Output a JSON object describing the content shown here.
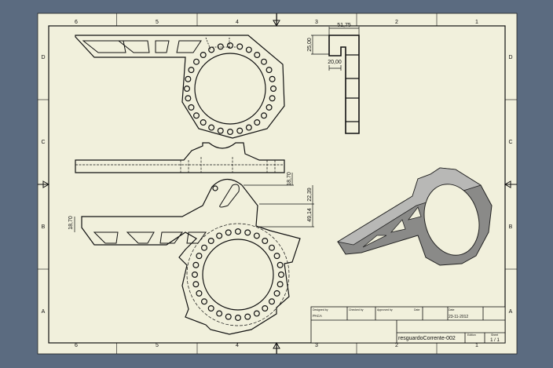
{
  "colors": {
    "background": "#5b6b80",
    "paper": "#f1f0dc",
    "line": "#111111"
  },
  "zones": {
    "columns": [
      "6",
      "5",
      "4",
      "3",
      "2",
      "1"
    ],
    "rows": [
      "D",
      "C",
      "B",
      "A"
    ]
  },
  "dimensions": {
    "side_width": "51,75",
    "side_height": "25,00",
    "side_inner": "20,00",
    "front_thickness": "18,70",
    "bottom_slot": "22,39",
    "bottom_offset": "49,14",
    "bottom_arm": "18,70"
  },
  "title_block": {
    "designed_by_label": "Designed by",
    "designed_by": "PACA",
    "checked_by_label": "Checked by",
    "approved_by_label": "Approved by",
    "date_label_1": "Date",
    "date_label_2": "Date",
    "date": "23-11-2012",
    "drawing_name": "resguardoCorrente-002",
    "edition_label": "Edition",
    "sheet_label": "Sheet",
    "sheet": "1 / 1"
  }
}
